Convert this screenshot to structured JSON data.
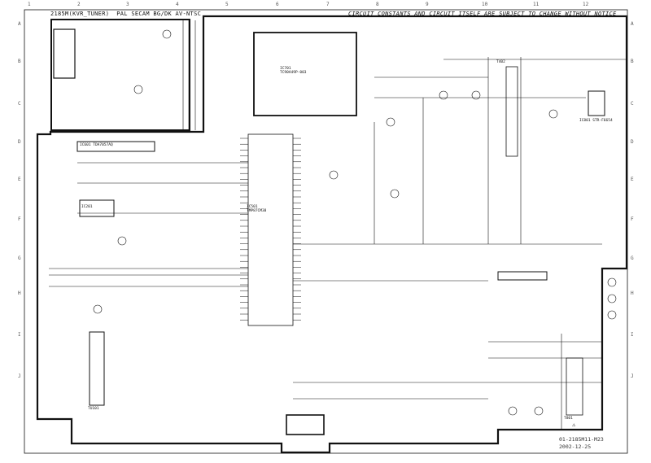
{
  "header": {
    "model": "2185M(KVR_TUNER)",
    "system": "PAL SECAM BG/DK AV-NTSC",
    "notice": "CIRCUIT CONSTANTS AND CIRCUIT ITSELF ARE SUBJECT TO CHANGE WITHOUT NOTICE"
  },
  "grid": {
    "columns": [
      "1",
      "2",
      "3",
      "4",
      "5",
      "6",
      "7",
      "8",
      "9",
      "10",
      "11",
      "12"
    ],
    "rows": [
      "A",
      "B",
      "C",
      "D",
      "E",
      "F",
      "G",
      "H",
      "I",
      "J"
    ]
  },
  "components": {
    "main_ic": "IC501",
    "main_ic_part": "TMP87CM38",
    "eeprom_ic": "IC701",
    "eeprom_part": "TC90A49P-003",
    "audio_ic": "IC601",
    "audio_part": "TDA7057AQ",
    "if_ic": "IC201",
    "power_ic": "IC801",
    "power_part": "STR-F6654",
    "flyback": "T402",
    "power_tx": "T801",
    "tuner": "TU101",
    "warning_mark": "⚠"
  },
  "footer": {
    "doc_id": "01-2185M11-M23",
    "date": "2002-12-25"
  }
}
